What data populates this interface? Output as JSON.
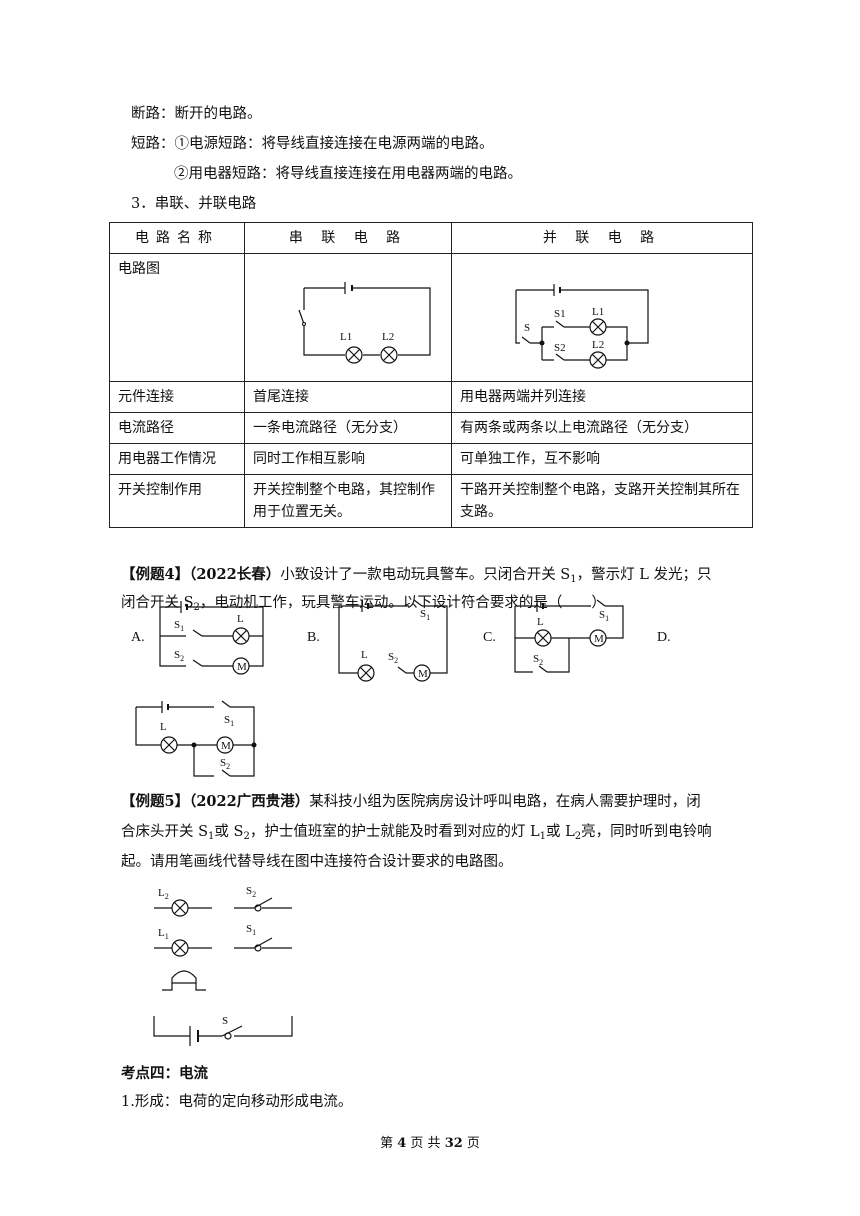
{
  "intro": {
    "open_circuit": "断路：断开的电路。",
    "short_circuit": "短路：①电源短路：将导线直接连接在电源两端的电路。",
    "short_circuit_2": "②用电器短路：将导线直接连接在用电器两端的电路。",
    "section3": "3．串联、并联电路"
  },
  "table": {
    "headers": [
      "电路名称",
      "串 联 电 路",
      "并 联 电 路"
    ],
    "diagram_label": "电路图",
    "rows": [
      [
        "元件连接",
        "首尾连接",
        "用电器两端并列连接"
      ],
      [
        "电流路径",
        "一条电流路径（无分支）",
        "有两条或两条以上电流路径（无分支）"
      ],
      [
        "用电器工作情况",
        "同时工作相互影响",
        "可单独工作，互不影响"
      ],
      [
        "开关控制作用",
        "开关控制整个电路，其控制作用于位置无关。",
        "干路开关控制整个电路，支路开关控制其所在支路。"
      ]
    ],
    "series_labels": [
      "L1",
      "L2"
    ],
    "parallel_labels": [
      "S",
      "S1",
      "S2",
      "L1",
      "L2"
    ]
  },
  "example4": {
    "tag": "【例题4】",
    "source": "（2022长春）",
    "text1_a": "小致设计了一款电动玩具警车。只闭合开关 S",
    "text1_b": "，警示灯 L 发光；只",
    "text2_a": "闭合开关 S",
    "text2_b": "，电动机工作，玩具警车运动。以下设计符合要求的是（　　）",
    "sub1": "1",
    "sub2": "2",
    "options": [
      "A.",
      "B.",
      "C.",
      "D."
    ],
    "component_labels": {
      "S1": "S",
      "S2": "S",
      "L": "L",
      "M": "M",
      "one": "1",
      "two": "2"
    }
  },
  "example5": {
    "tag": "【例题5】",
    "source": "（2022广西贵港）",
    "text1": "某科技小组为医院病房设计呼叫电路，在病人需要护理时，闭",
    "text2_a": "合床头开关 S",
    "text2_b": "或 S",
    "text2_c": "，护士值班室的护士就能及时看到对应的灯 L",
    "text2_d": "或 L",
    "text2_e": "亮，同时听到电铃响",
    "text3": "起。请用笔画线代替导线在图中连接符合设计要求的电路图。",
    "sub1": "1",
    "sub2": "2",
    "labels": {
      "L": "L",
      "S": "S",
      "one": "1",
      "two": "2"
    }
  },
  "section4": {
    "title": "考点四：电流",
    "item1": "1.形成：电荷的定向移动形成电流。"
  },
  "footer": {
    "a": "第",
    "page": "4",
    "b": "页 共",
    "total": "32",
    "c": "页"
  }
}
